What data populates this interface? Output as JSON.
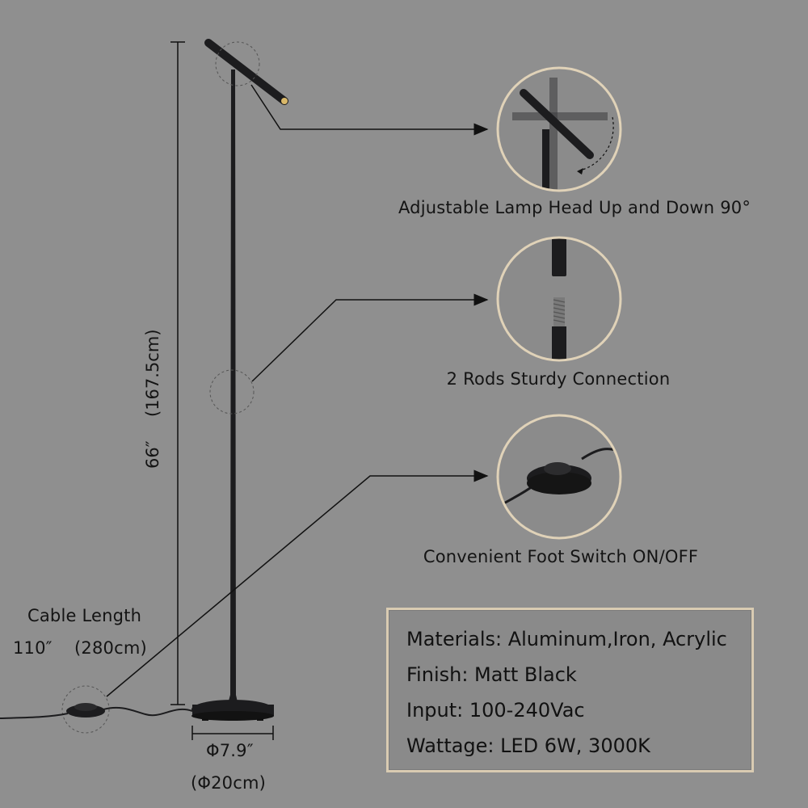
{
  "height": {
    "inches": "66″",
    "cm": "(167.5cm)"
  },
  "cable": {
    "title": "Cable Length",
    "inches": "110″",
    "cm": "(280cm)"
  },
  "base": {
    "inches": "Φ7.9″",
    "cm": "(Φ20cm)"
  },
  "features": [
    {
      "label": "Adjustable Lamp Head Up and Down 90°"
    },
    {
      "label": "2 Rods Sturdy Connection"
    },
    {
      "label": "Convenient Foot Switch ON/OFF"
    }
  ],
  "specs": [
    {
      "text": "Materials: Aluminum,Iron, Acrylic"
    },
    {
      "text": "Finish: Matt Black"
    },
    {
      "text": "Input: 100-240Vac"
    },
    {
      "text": "Wattage: LED 6W, 3000K"
    }
  ],
  "colors": {
    "background": "#8f8f8f",
    "lamp": "#1c1c1e",
    "circle_border": "#e0d2b8",
    "spec_border": "#d9cbb2"
  }
}
